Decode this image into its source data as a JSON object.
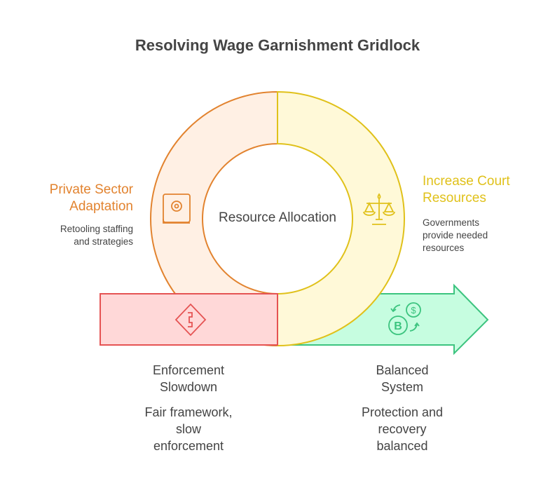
{
  "title": "Resolving Wage Garnishment Gridlock",
  "center_label": "Resource Allocation",
  "sections": [
    {
      "heading": "Private Sector Adaptation",
      "heading_lines": [
        "Private Sector",
        "Adaptation"
      ],
      "description_lines": [
        "Retooling staffing",
        "and strategies"
      ],
      "icon": "gear-book-icon",
      "color": "#e2832f"
    },
    {
      "heading": "Increase Court Resources",
      "heading_lines": [
        "Increase Court",
        "Resources"
      ],
      "description_lines": [
        "Governments",
        "provide needed",
        "resources"
      ],
      "icon": "scales-icon",
      "color": "#e0c11a"
    },
    {
      "heading": "Enforcement Slowdown",
      "heading_lines": [
        "Enforcement",
        "Slowdown"
      ],
      "description_lines": [
        "Fair framework,",
        "slow",
        "enforcement"
      ],
      "icon": "road-sign-icon",
      "color": "#e55353"
    },
    {
      "heading": "Balanced System",
      "heading_lines": [
        "Balanced",
        "System"
      ],
      "description_lines": [
        "Protection and",
        "recovery",
        "balanced"
      ],
      "icon": "currency-exchange-icon",
      "color": "#3cc47f"
    }
  ]
}
